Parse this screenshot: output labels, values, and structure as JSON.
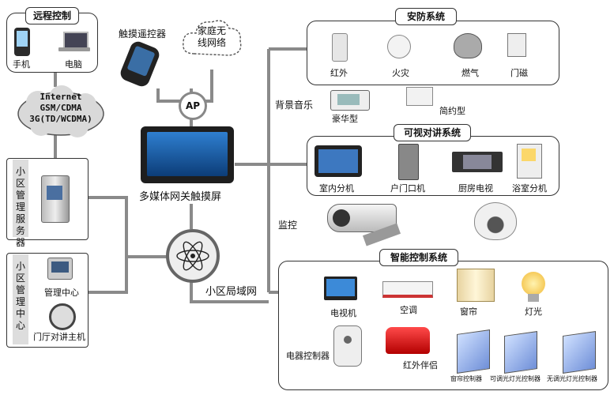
{
  "remote": {
    "title": "远程控制",
    "phone": "手机",
    "pc": "电脑"
  },
  "touch_remote": "触摸遥控器",
  "wifi": {
    "line1": "家庭无",
    "line2": "线网络"
  },
  "ap": "AP",
  "internet": {
    "line1": "Internet",
    "line2": "GSM/CDMA",
    "line3": "3G(TD/WCDMA)"
  },
  "server": {
    "label": "小区管理服务器"
  },
  "gateway": "多媒体网关触摸屏",
  "lan": "小区局域网",
  "mgmt": {
    "label": "小区管理中心",
    "center": "管理中心",
    "door_host": "门厅对讲主机"
  },
  "security": {
    "title": "安防系统",
    "items": [
      "红外",
      "火灾",
      "燃气",
      "门磁"
    ]
  },
  "music": {
    "label": "背景音乐",
    "deluxe": "豪华型",
    "simple": "简约型"
  },
  "intercom": {
    "title": "可视对讲系统",
    "items": [
      "室内分机",
      "户门口机",
      "厨房电视",
      "浴室分机"
    ]
  },
  "monitor": "监控",
  "smart": {
    "title": "智能控制系统",
    "tv": "电视机",
    "ac": "空调",
    "curtain": "窗帘",
    "light": "灯光",
    "appliance": "电器控制器",
    "ir": "红外伴侣",
    "curtain_ctrl": "窗帘控制器",
    "dim_ctrl": "可调光灯光控制器",
    "nodim_ctrl": "无调光灯光控制器"
  }
}
